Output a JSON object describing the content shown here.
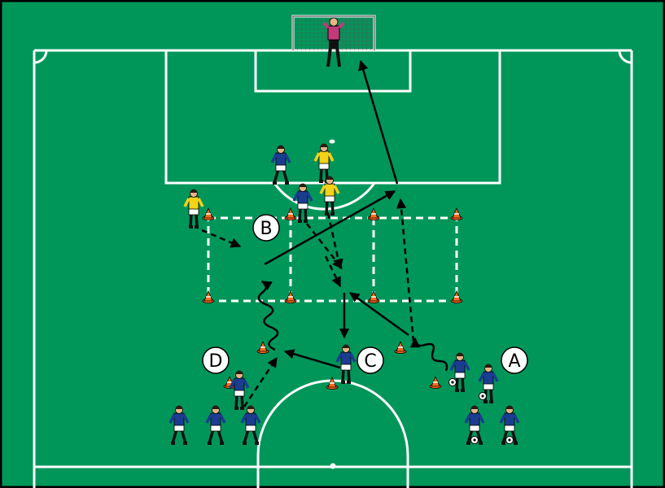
{
  "colors": {
    "pitch": "#00965a",
    "line": "#ffffff",
    "frame": "#000000",
    "cone": "#ff6a1a",
    "blue_kit": "#1b3d8f",
    "yellow_kit": "#f2d21b",
    "keeper_kit": "#c23a7a"
  },
  "labels": {
    "a": "A",
    "b": "B",
    "c": "C",
    "d": "D"
  }
}
